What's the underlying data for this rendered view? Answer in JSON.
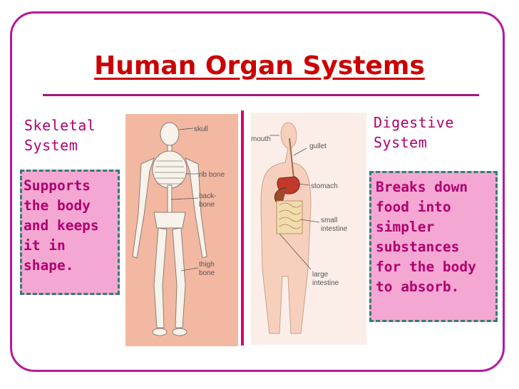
{
  "title": "Human Organ Systems",
  "skeletal": {
    "heading_line1": "Skeletal",
    "heading_line2": "System",
    "description_lines": [
      "Supports",
      "the body",
      "and keeps",
      "it in",
      "shape."
    ],
    "callouts": {
      "skull": "skull",
      "rib": "rib bone",
      "backbone1": "back-",
      "backbone2": "bone",
      "thigh1": "thigh",
      "thigh2": "bone"
    }
  },
  "digestive": {
    "heading_line1": "Digestive",
    "heading_line2": "System",
    "description_lines": [
      "Breaks down",
      "food into",
      "simpler",
      "substances",
      "for the body",
      "to absorb."
    ],
    "callouts": {
      "mouth": "mouth",
      "gullet": "gullet",
      "stomach": "stomach",
      "small1": "small",
      "small2": "intestine",
      "large1": "large",
      "large2": "intestine"
    }
  },
  "colors": {
    "title": "#cc0000",
    "accent": "#b0006e",
    "box_fill": "#f4a7d3",
    "frame": "#b11aa0"
  }
}
